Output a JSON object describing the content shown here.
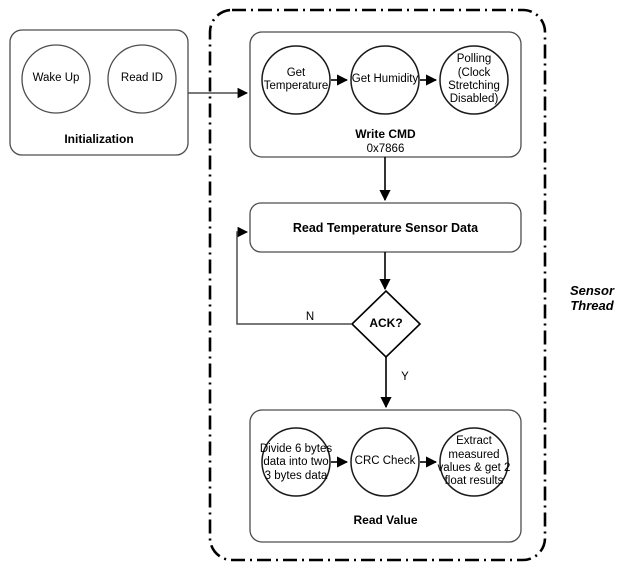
{
  "diagram": {
    "title": "Sensor Thread Flowchart",
    "thread_label": "Sensor\nThread",
    "stroke_color": "#000000",
    "fill_color": "#ffffff",
    "groups": [
      {
        "id": "initialization",
        "label": "Initialization",
        "nodes": [
          {
            "id": "wake-up",
            "label": "Wake Up",
            "shape": "circle"
          },
          {
            "id": "read-id",
            "label": "Read ID",
            "shape": "circle"
          }
        ]
      },
      {
        "id": "write-cmd",
        "label": "Write CMD",
        "sublabel": "0x7866",
        "nodes": [
          {
            "id": "get-temperature",
            "label": "Get\nTemperature",
            "shape": "circle"
          },
          {
            "id": "get-humidity",
            "label": "Get Humidity",
            "shape": "circle"
          },
          {
            "id": "polling",
            "label": "Polling\n(Clock\nStretching\nDisabled)",
            "shape": "circle"
          }
        ]
      },
      {
        "id": "read-value",
        "label": "Read Value",
        "nodes": [
          {
            "id": "divide-bytes",
            "label": "Divide 6 bytes\ndata into two\n3 bytes data",
            "shape": "circle"
          },
          {
            "id": "crc-check",
            "label": "CRC Check",
            "shape": "circle"
          },
          {
            "id": "extract-values",
            "label": "Extract\nmeasured\nvalues & get 2\nfloat results",
            "shape": "circle"
          }
        ]
      }
    ],
    "process": {
      "id": "read-temperature-sensor-data",
      "label": "Read Temperature Sensor Data",
      "shape": "rounded-rect"
    },
    "decision": {
      "id": "ack",
      "label": "ACK?",
      "shape": "diamond"
    },
    "edge_labels": {
      "no": "N",
      "yes": "Y"
    }
  }
}
